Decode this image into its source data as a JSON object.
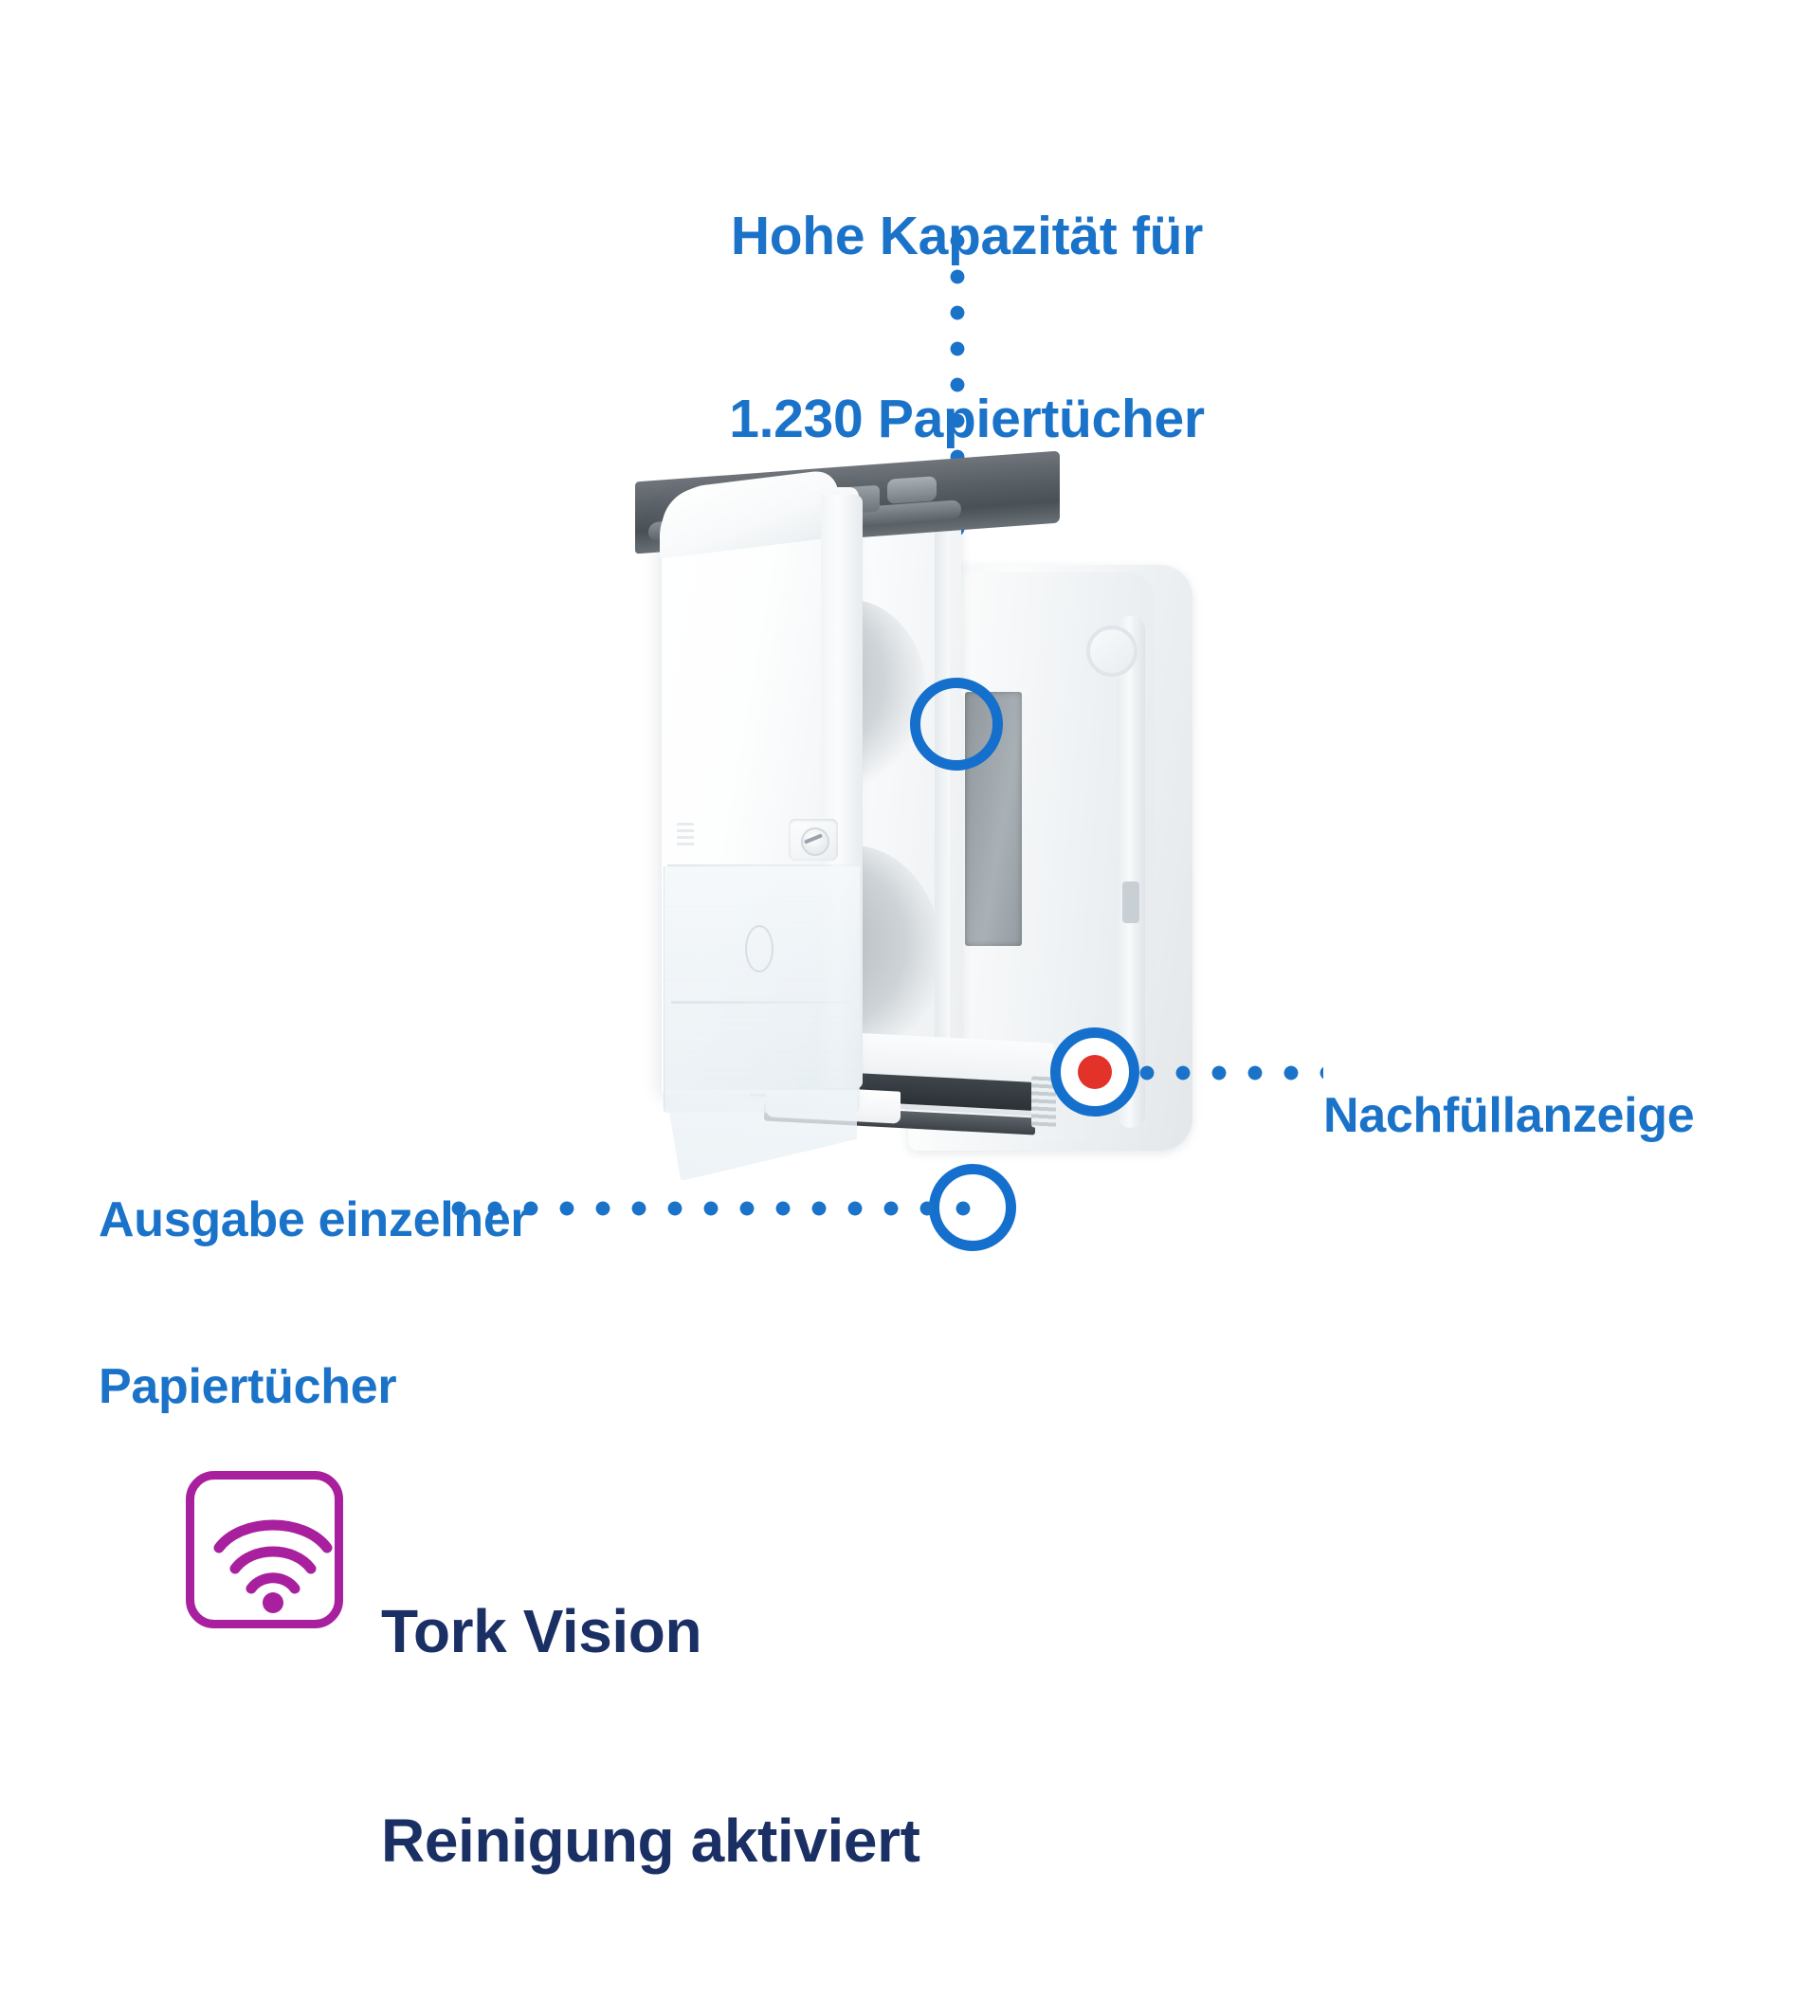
{
  "page": {
    "background_color": "#ffffff",
    "accent_blue": "#1a73c8",
    "indicator_red": "#e2322a",
    "badge_magenta": "#a8209e",
    "badge_navy": "#1a2f63",
    "language": "de"
  },
  "callouts": {
    "capacity": {
      "line1": "Hohe Kapazität für",
      "line2": "1.230 Papiertücher",
      "leader": "vertical-dotted",
      "marker": "ring"
    },
    "dispense": {
      "line1": "Ausgabe einzelner",
      "line2": "Papiertücher",
      "leader": "horizontal-dotted",
      "marker": "ring"
    },
    "refill": {
      "label": "Nachfüllanzeige",
      "leader": "horizontal-dotted",
      "marker": "ring-with-red-dot"
    }
  },
  "product": {
    "type": "paper-towel-dispenser",
    "state": "cover-open"
  },
  "badge": {
    "icon": "wifi-icon",
    "line1": "Tork Vision",
    "line2": "Reinigung aktiviert"
  }
}
